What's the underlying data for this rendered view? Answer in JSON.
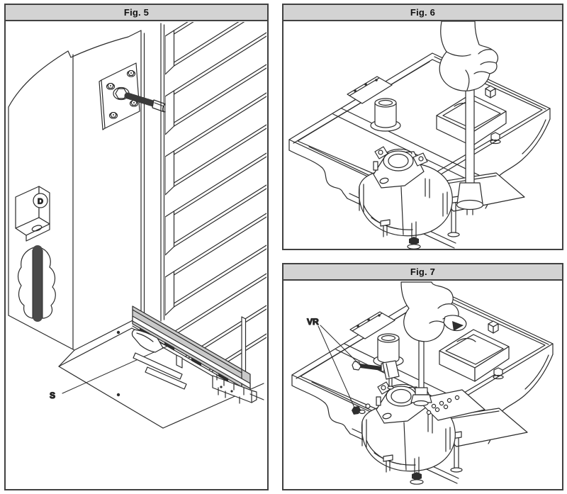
{
  "figures": [
    {
      "label": "Fig. 5",
      "callouts": [
        {
          "text": "D"
        },
        {
          "text": "S"
        }
      ]
    },
    {
      "label": "Fig. 6",
      "callouts": []
    },
    {
      "label": "Fig. 7",
      "callouts": [
        {
          "text": "VR"
        }
      ]
    }
  ],
  "colors": {
    "line": "#2b2b2b",
    "panel_border": "#414141",
    "header_bg": "#d3d3d3",
    "rack_fill": "#c9c9c9",
    "dark_part_fill": "#2e2e2e",
    "paper_bg": "#ffffff"
  }
}
